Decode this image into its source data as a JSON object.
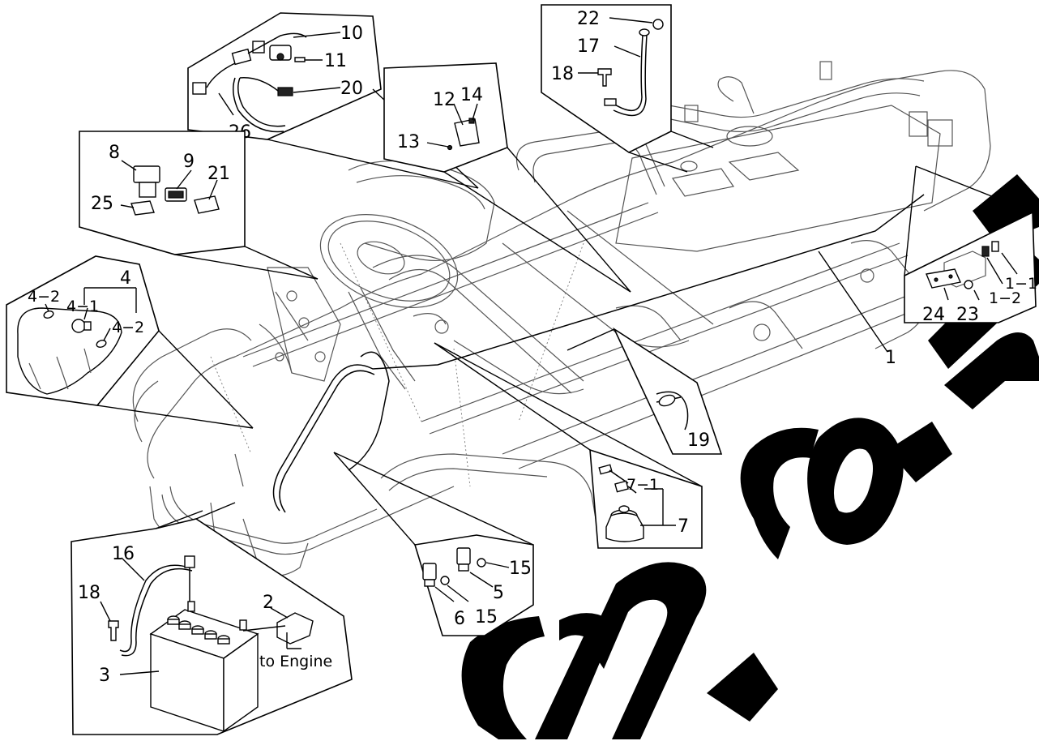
{
  "diagram": {
    "labels": {
      "p1": "1",
      "p1_1": "1−1",
      "p1_2": "1−2",
      "p2": "2",
      "p3": "3",
      "p4": "4",
      "p4_1": "4−1",
      "p4_2a": "4−2",
      "p4_2b": "4−2",
      "p5": "5",
      "p6": "6",
      "p7": "7",
      "p7_1": "7−1",
      "p8": "8",
      "p9": "9",
      "p10": "10",
      "p11": "11",
      "p12": "12",
      "p13": "13",
      "p14": "14",
      "p15a": "15",
      "p15b": "15",
      "p16": "16",
      "p17": "17",
      "p18a": "18",
      "p18b": "18",
      "p19": "19",
      "p20": "20",
      "p21": "21",
      "p22": "22",
      "p23": "23",
      "p24": "24",
      "p25": "25",
      "p26": "26",
      "to_engine": "to Engine"
    },
    "watermark_text": "...sn.co.uk"
  }
}
